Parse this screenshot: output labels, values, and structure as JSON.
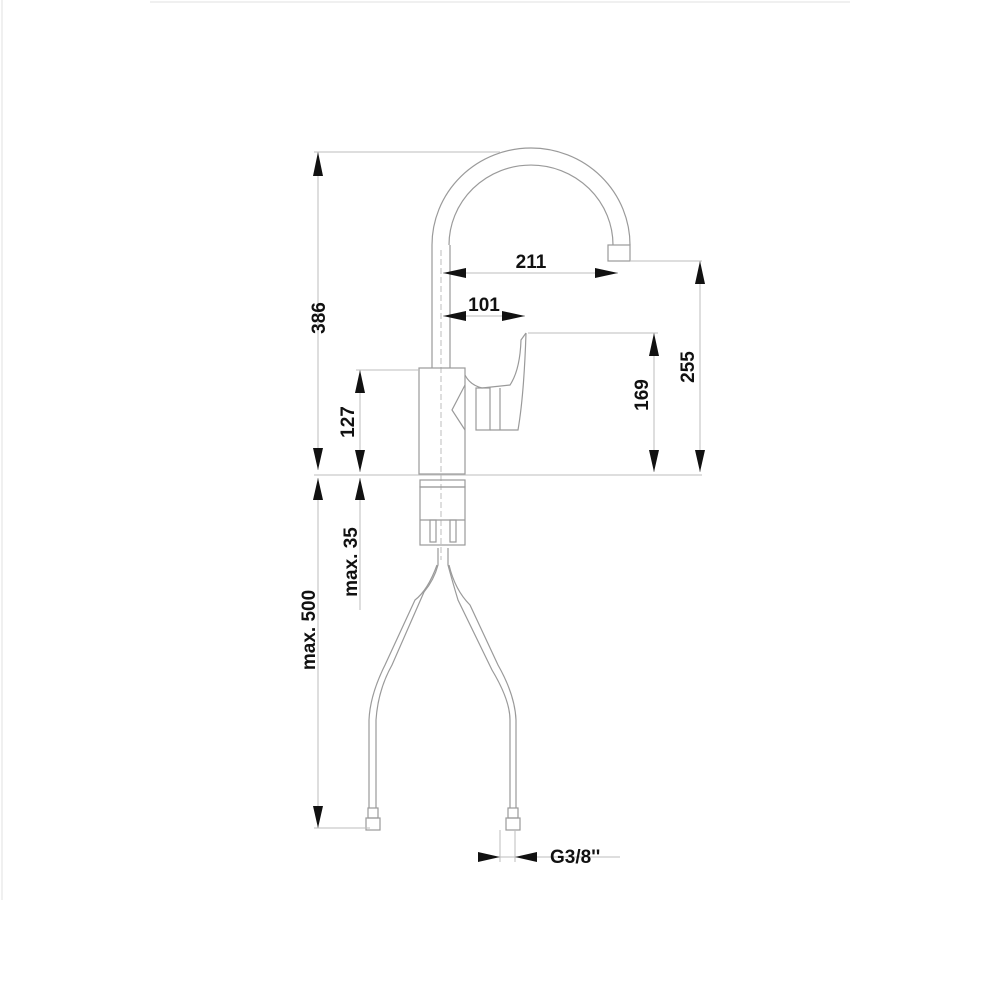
{
  "drawing": {
    "subject": "faucet-dimension-drawing",
    "dimensions": {
      "total_height": "386",
      "spout_reach": "211",
      "lever_reach": "101",
      "lever_height": "169",
      "spout_outlet_height": "255",
      "body_height": "127",
      "max_hose_length": "max. 500",
      "max_deck_thickness": "max. 35",
      "connection_thread": "G3/8''"
    },
    "colors": {
      "line": "#9a9a9a",
      "text": "#111111"
    }
  }
}
